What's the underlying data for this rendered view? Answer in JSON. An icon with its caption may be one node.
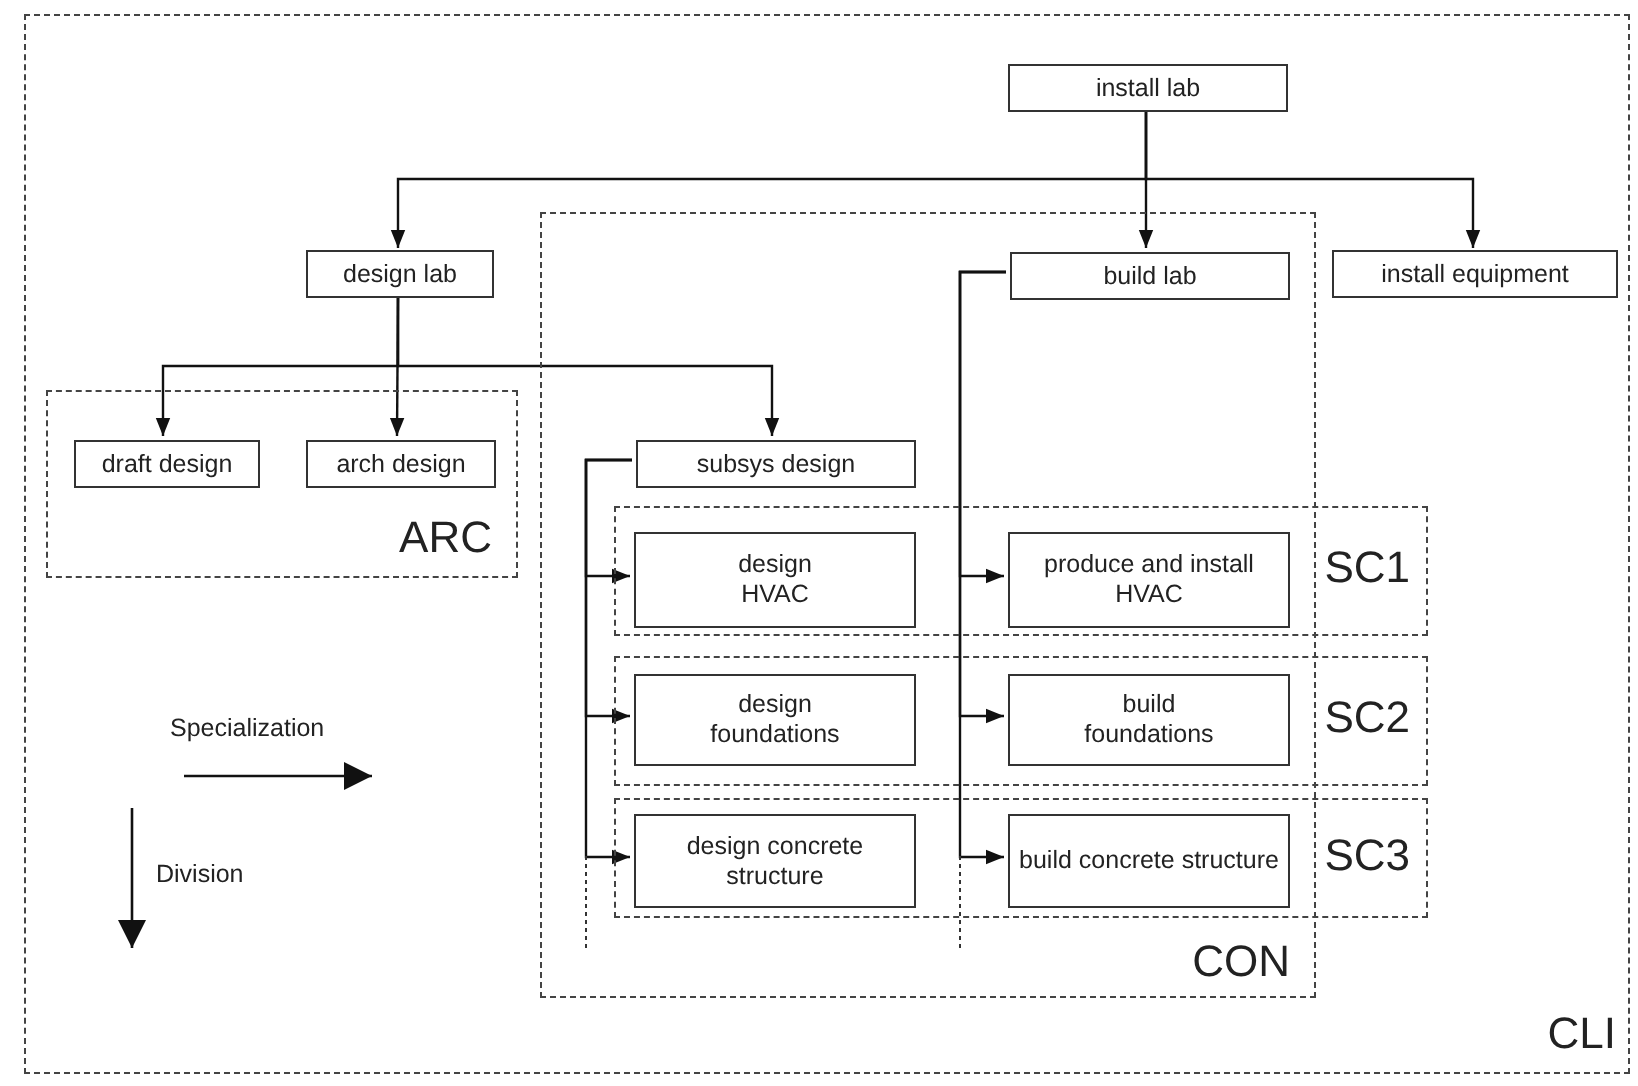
{
  "diagram": {
    "nodes": [
      {
        "text": [
          "CLI"
        ]
      },
      {
        "text": [
          "install lab"
        ],
        "in": 0
      },
      {
        "text": [
          "design lab"
        ],
        "in": 0
      },
      {
        "text": [
          "CON"
        ],
        "in": 0
      },
      {
        "text": [
          "build lab"
        ],
        "in": 3
      },
      {
        "text": [
          "install equipment"
        ],
        "in": 0
      },
      {
        "text": [
          "ARC"
        ],
        "in": 0
      },
      {
        "text": [
          "draft design"
        ],
        "in": 6
      },
      {
        "text": [
          "arch design"
        ],
        "in": 6
      },
      {
        "text": [
          "subsys design"
        ],
        "in": 3
      },
      {
        "text": [
          "SC1"
        ],
        "in": 0
      },
      {
        "text": [
          "design HVAC"
        ],
        "in": 10
      },
      {
        "text": [
          "produce and install HVAC"
        ],
        "in": 10
      },
      {
        "text": [
          "SC2"
        ],
        "in": 0
      },
      {
        "text": [
          "design foundations"
        ],
        "in": 13
      },
      {
        "text": [
          "build foundations"
        ],
        "in": 13
      },
      {
        "text": [
          "SC3"
        ],
        "in": 0
      },
      {
        "text": [
          "design concrete structure"
        ],
        "in": 16
      },
      {
        "text": [
          "build concrete structure"
        ],
        "in": 16
      }
    ],
    "edges": [
      {
        "from": 1,
        "to": 2,
        "arrow": "to"
      },
      {
        "from": 1,
        "to": 4,
        "arrow": "to"
      },
      {
        "from": 1,
        "to": 5,
        "arrow": "to"
      },
      {
        "from": 2,
        "to": 7,
        "arrow": "to"
      },
      {
        "from": 2,
        "to": 8,
        "arrow": "to"
      },
      {
        "from": 2,
        "to": 9,
        "arrow": "to"
      },
      {
        "from": 9,
        "to": 11,
        "arrow": "to"
      },
      {
        "from": 9,
        "to": 14,
        "arrow": "to"
      },
      {
        "from": 9,
        "to": 17,
        "arrow": "to"
      },
      {
        "from": 4,
        "to": 12,
        "arrow": "to"
      },
      {
        "from": 4,
        "to": 15,
        "arrow": "to"
      },
      {
        "from": 4,
        "to": 18,
        "arrow": "to"
      }
    ],
    "labels": [
      "Specialization",
      "Division"
    ]
  }
}
